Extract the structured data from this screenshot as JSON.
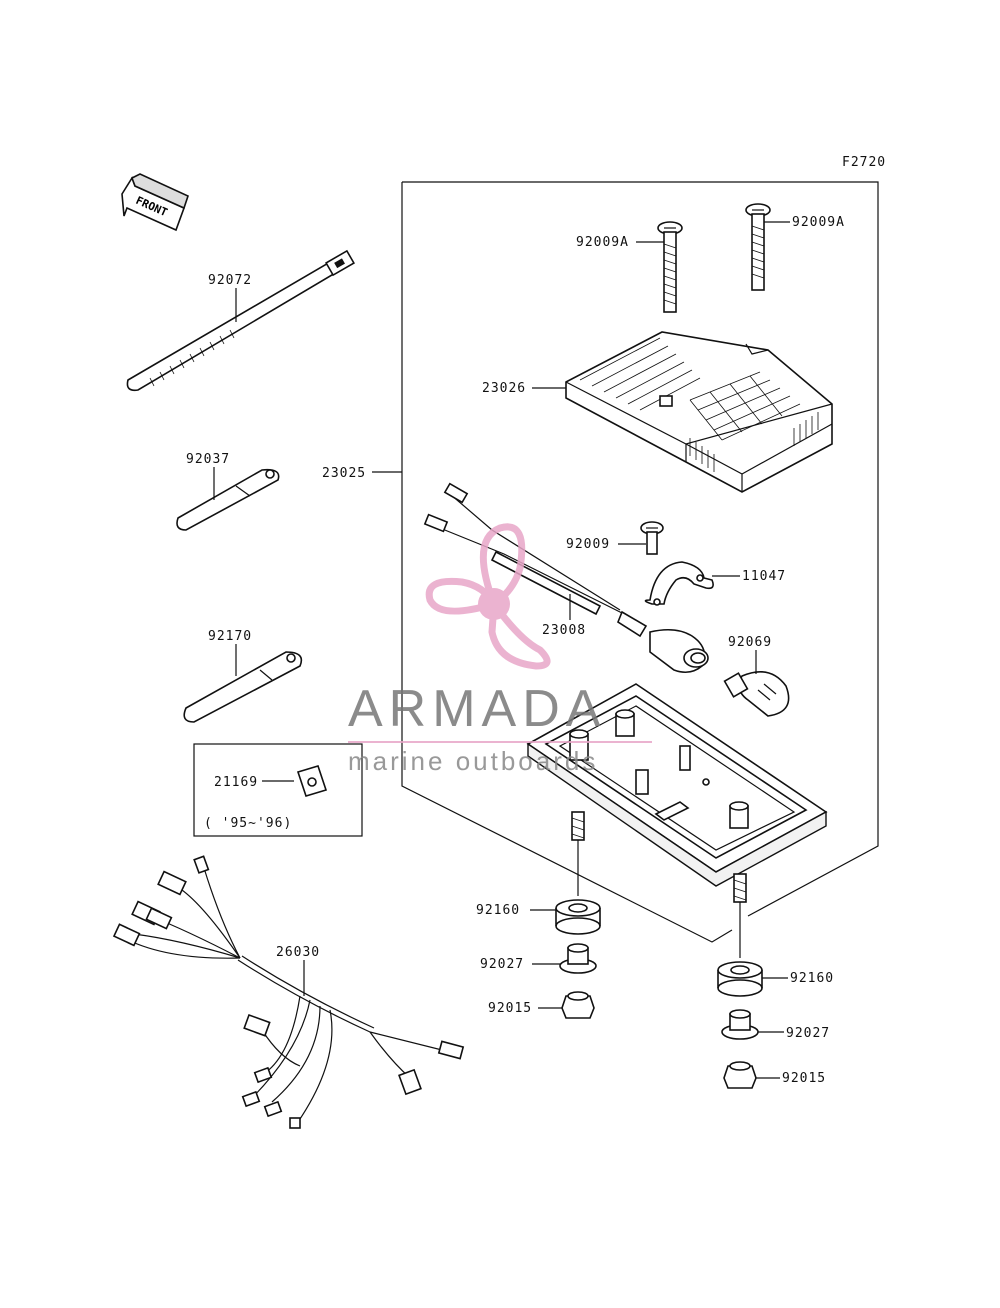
{
  "figure_code": "F2720",
  "front_label": "FRONT",
  "callouts": {
    "cable_tie": "92072",
    "band_a": "92037",
    "band_b": "92170",
    "nut_clip": "21169",
    "nut_clip_years": "( '95~'96)",
    "wire_harness": "26030",
    "light_assy": "23025",
    "screw_left": "92009A",
    "screw_right": "92009A",
    "lens": "23026",
    "small_screw": "92009",
    "clamp": "11047",
    "socket_cord": "23008",
    "bulb": "92069",
    "grommet_left": "92160",
    "collar_left": "92027",
    "nut_left": "92015",
    "grommet_right": "92160",
    "collar_right": "92027",
    "nut_right": "92015"
  },
  "watermark": {
    "brand": "ARMADA",
    "tagline": "marine outboards",
    "color": "#e8a6c8"
  }
}
